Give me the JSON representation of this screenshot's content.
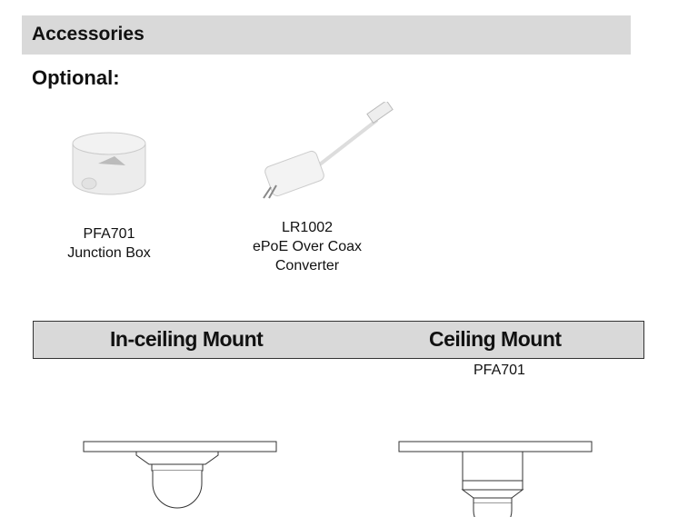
{
  "section_title": "Accessories",
  "subtitle": "Optional:",
  "accessories": [
    {
      "model": "PFA701",
      "name": "Junction Box"
    },
    {
      "model": "LR1002",
      "name_line1": "ePoE Over Coax",
      "name_line2": "Converter"
    }
  ],
  "mounts": {
    "in_ceiling": {
      "title": "In-ceiling Mount"
    },
    "ceiling": {
      "title": "Ceiling Mount",
      "accessory": "PFA701"
    }
  }
}
